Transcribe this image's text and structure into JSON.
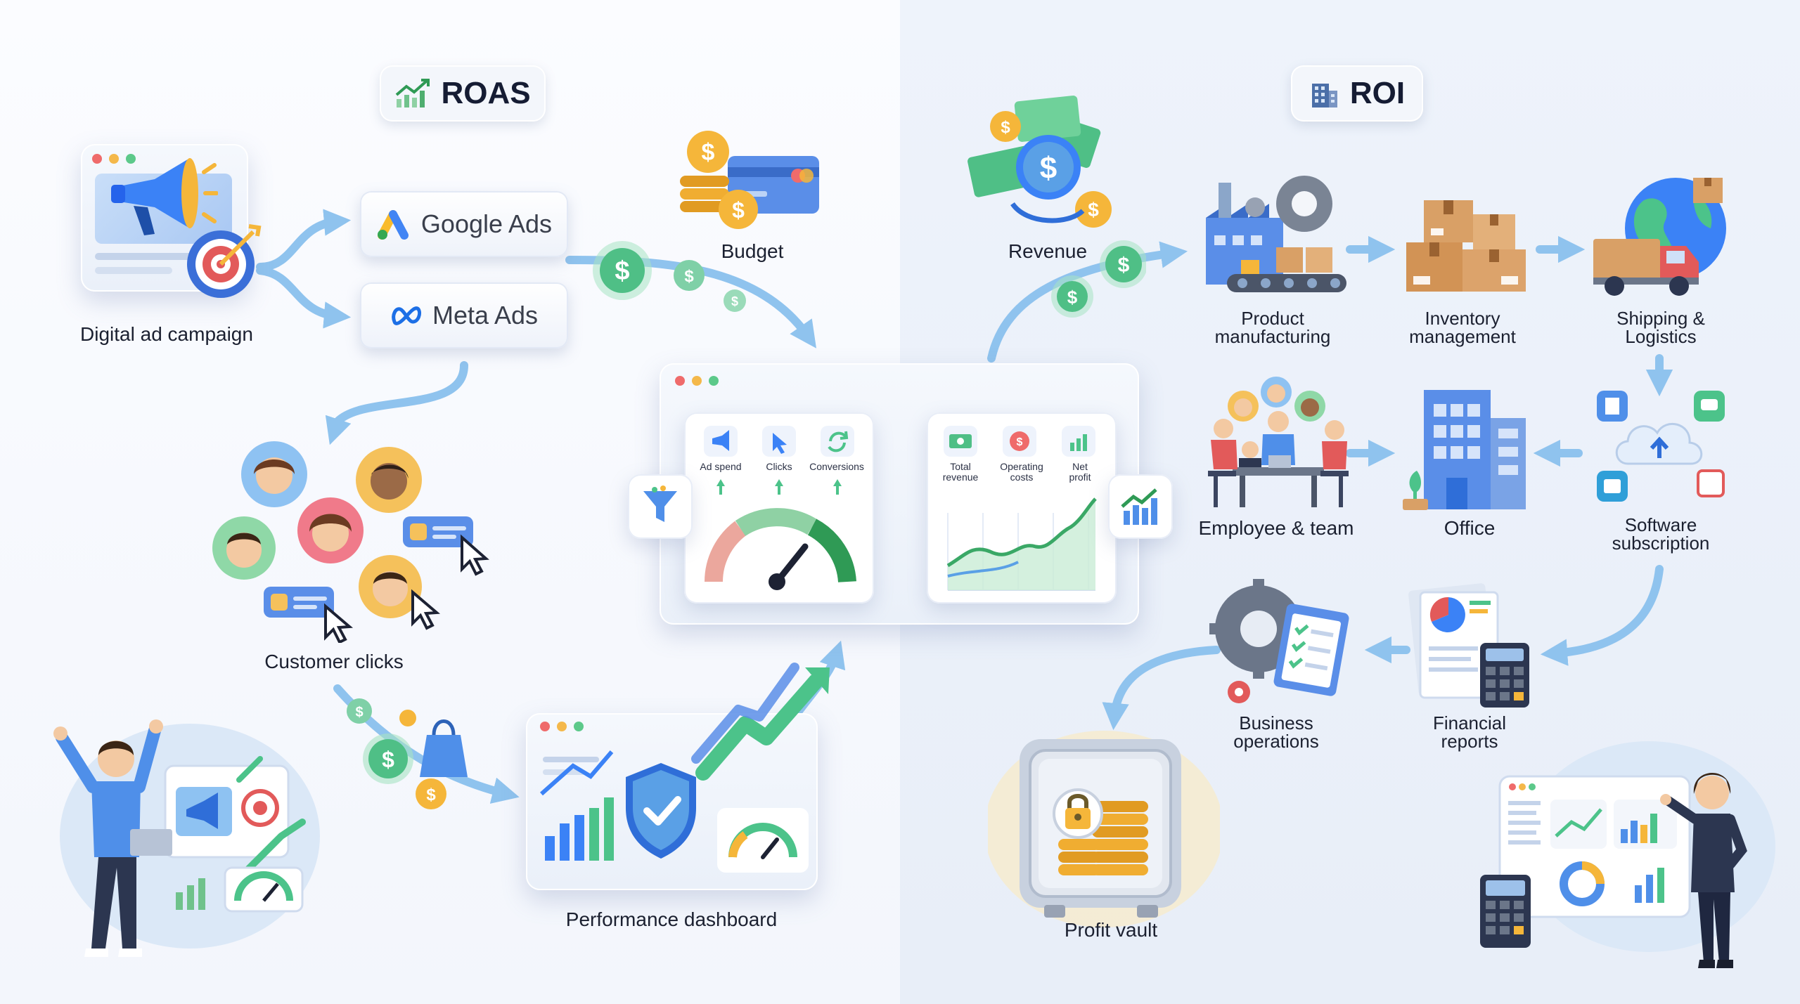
{
  "sections": {
    "roas": {
      "title": "ROAS",
      "icon": "trending-up-icon"
    },
    "roi": {
      "title": "ROI",
      "icon": "building-icon"
    }
  },
  "roas_flow": {
    "campaign": "Digital ad campaign",
    "google_ads": "Google Ads",
    "meta_ads": "Meta Ads",
    "budget": "Budget",
    "customer_clicks": "Customer clicks",
    "performance_dashboard": "Performance dashboard"
  },
  "dashboard": {
    "left_metrics": [
      "Ad spend",
      "Clicks",
      "Conversions"
    ],
    "right_metrics": [
      {
        "line1": "Total",
        "line2": "revenue"
      },
      {
        "line1": "Operating",
        "line2": "costs"
      },
      {
        "line1": "Net",
        "line2": "profit"
      }
    ]
  },
  "roi_flow": {
    "revenue": "Revenue",
    "product_manufacturing": {
      "line1": "Product",
      "line2": "manufacturing"
    },
    "inventory_management": {
      "line1": "Inventory",
      "line2": "management"
    },
    "shipping_logistics": {
      "line1": "Shipping &",
      "line2": "Logistics"
    },
    "employee_team": "Employee & team",
    "office": "Office",
    "software_subscription": {
      "line1": "Software",
      "line2": "subscription"
    },
    "business_operations": {
      "line1": "Business",
      "line2": "operations"
    },
    "financial_reports": {
      "line1": "Financial",
      "line2": "reports"
    },
    "profit_vault": "Profit vault"
  },
  "colors": {
    "accent_blue": "#3b82f6",
    "accent_green": "#22c55e",
    "coin_gold": "#f5b63a",
    "money_green": "#5cc98a",
    "arrow_blue": "#8fc3ee",
    "text_dark": "#1b2030"
  }
}
